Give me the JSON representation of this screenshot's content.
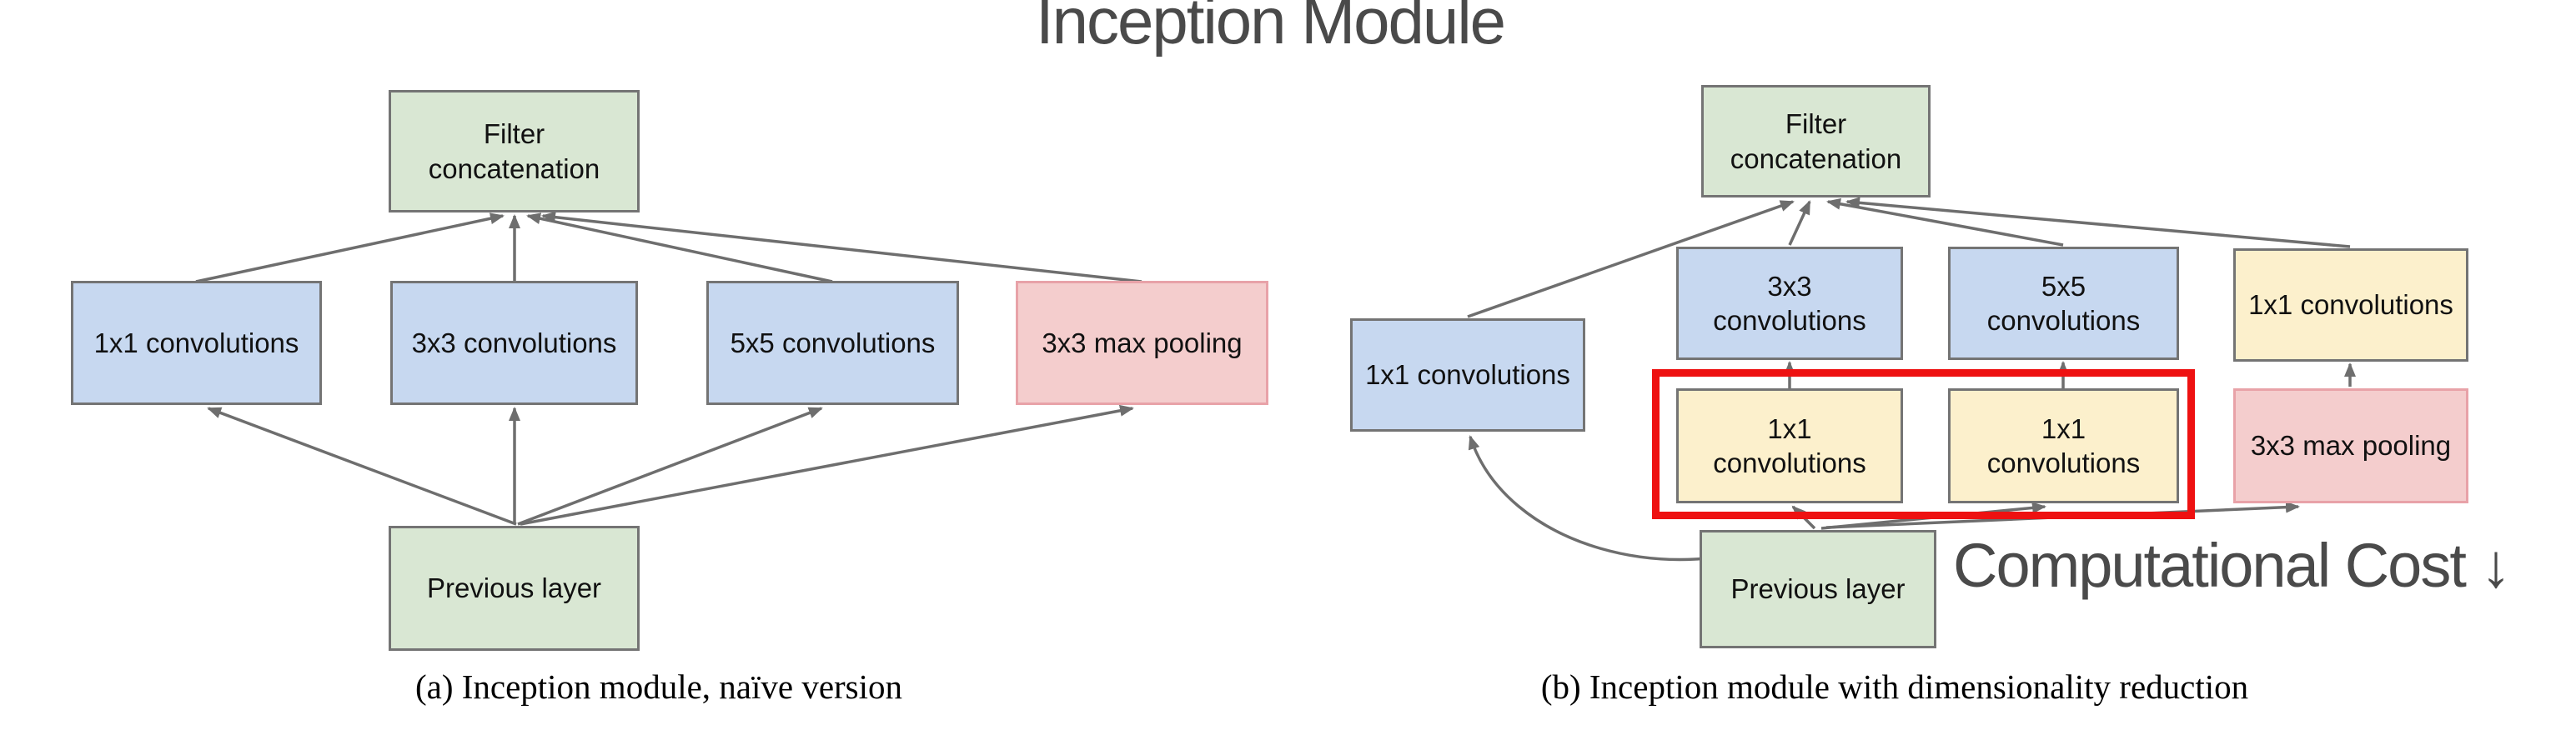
{
  "title": "Inception Module",
  "annotation": {
    "text": "Computational Cost ↓"
  },
  "colors": {
    "green_fill": "#d9e7d3",
    "blue_fill": "#c7d8f0",
    "yellow_fill": "#fcf0cc",
    "pink_fill": "#f4cdcd",
    "pink_border": "#e8a2a8",
    "gray_border": "#747474",
    "arrow": "#6e6e6e",
    "highlight_red": "#ee1111",
    "heading_gray": "#4a4a4a"
  },
  "diagram_a": {
    "caption": "(a) Inception module, naïve version",
    "nodes": {
      "filter_concat": "Filter concatenation",
      "conv1x1": "1x1 convolutions",
      "conv3x3": "3x3 convolutions",
      "conv5x5": "5x5 convolutions",
      "maxpool": "3x3 max pooling",
      "previous": "Previous layer"
    }
  },
  "diagram_b": {
    "caption": "(b) Inception module with dimensionality reduction",
    "nodes": {
      "filter_concat": "Filter concatenation",
      "conv1x1_left": "1x1 convolutions",
      "conv3x3": "3x3 convolutions",
      "conv5x5": "5x5 convolutions",
      "conv1x1_right": "1x1 convolutions",
      "reduce1x1_a": "1x1 convolutions",
      "reduce1x1_b": "1x1 convolutions",
      "maxpool": "3x3 max pooling",
      "previous": "Previous layer"
    }
  }
}
